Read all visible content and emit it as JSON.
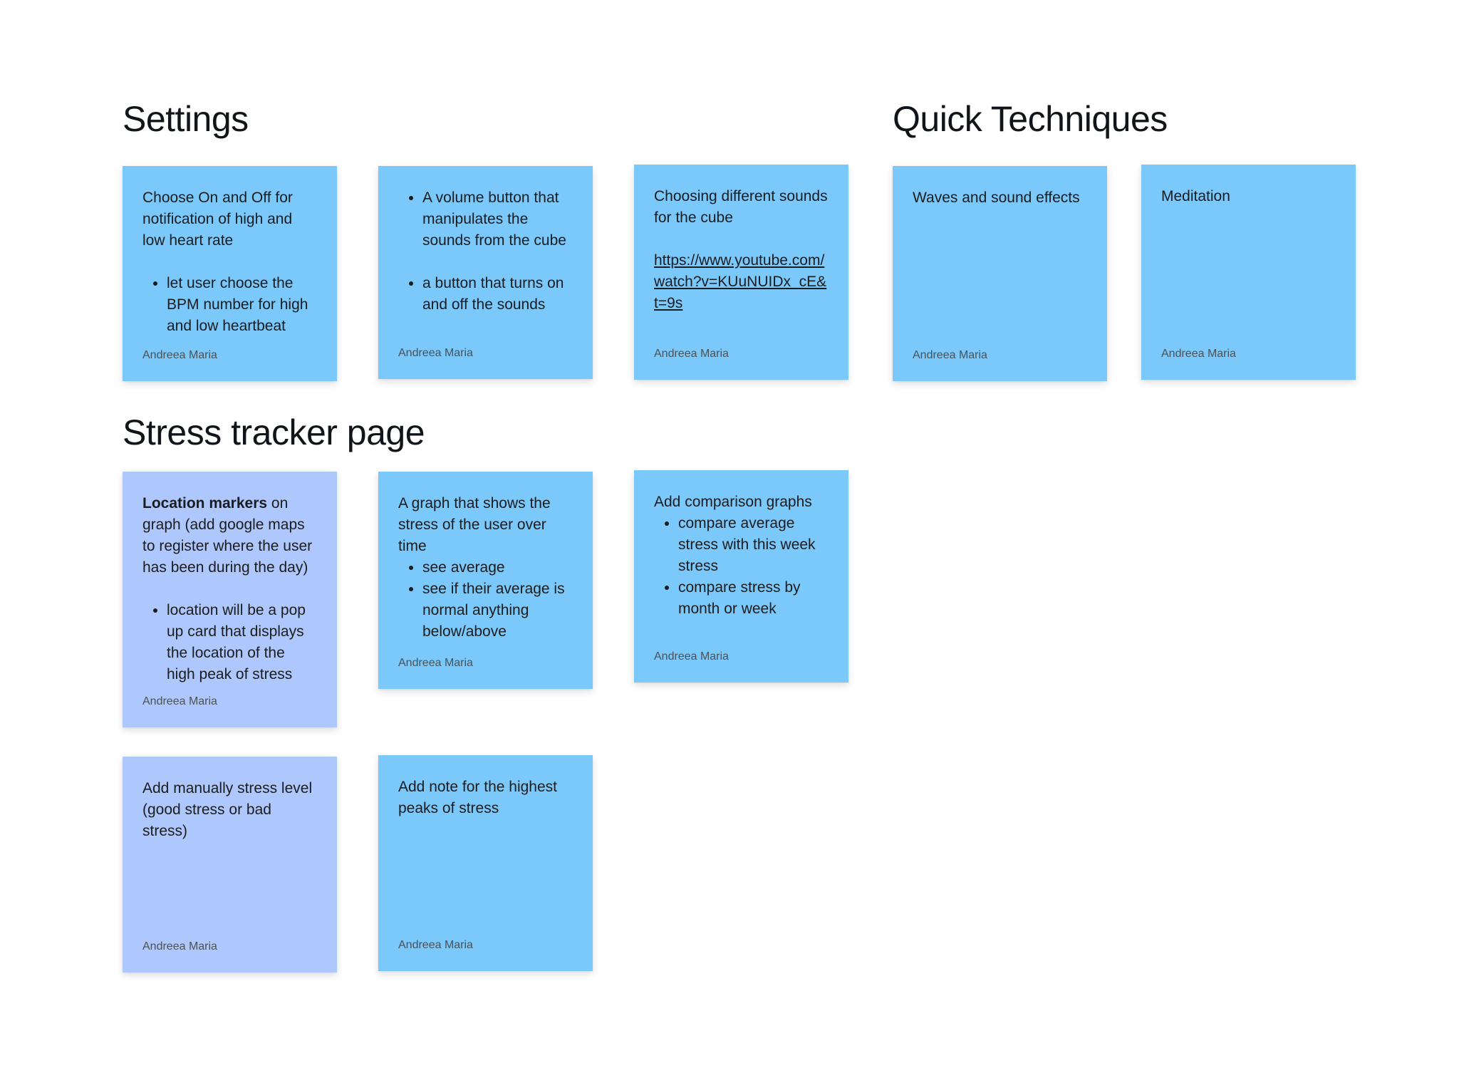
{
  "board": {
    "background": "#FFFFFF",
    "colors": {
      "sticky_sky": "#7BC8FA",
      "sticky_lavender": "#AEC8FD",
      "text": "#1A1C1F",
      "author_text": "#4A5258",
      "heading": "#111418"
    }
  },
  "sections": [
    {
      "id": "settings",
      "title": "Settings"
    },
    {
      "id": "quick",
      "title": "Quick Techniques"
    },
    {
      "id": "stress_tracker",
      "title": "Stress tracker page"
    }
  ],
  "author": "Andreea Maria",
  "cards": {
    "notification": {
      "color": "sticky_sky",
      "paragraph": "Choose On and Off for notification of high and low heart rate",
      "bullets": [
        "let user choose the BPM number for high and low heartbeat"
      ],
      "author": "Andreea Maria"
    },
    "volume": {
      "color": "sticky_sky",
      "bullets": [
        "A volume button that manipulates the sounds from the cube",
        "a button that turns on and off the sounds"
      ],
      "author": "Andreea Maria"
    },
    "sounds": {
      "color": "sticky_sky",
      "paragraph": "Choosing different sounds for the cube",
      "link": "https://www.youtube.com/watch?v=KUuNUIDx_cE&t=9s",
      "author": "Andreea Maria"
    },
    "waves": {
      "color": "sticky_sky",
      "paragraph": "Waves and sound effects",
      "author": "Andreea Maria"
    },
    "meditation": {
      "color": "sticky_sky",
      "paragraph": "Meditation",
      "author": "Andreea Maria"
    },
    "location": {
      "color": "sticky_lavender",
      "paragraph_bold": "Location markers",
      "paragraph_rest": " on graph (add google maps to register where the user has been during the day)",
      "bullets": [
        "location will be a pop up card that displays the location of the high peak of stress"
      ],
      "author": "Andreea Maria"
    },
    "graph": {
      "color": "sticky_sky",
      "paragraph": "A graph that shows the stress of the user over time",
      "bullets": [
        "see average",
        "see if their average is normal anything below/above"
      ],
      "author": "Andreea Maria"
    },
    "comparison": {
      "color": "sticky_sky",
      "paragraph": "Add comparison graphs",
      "bullets": [
        "compare average stress with this week stress",
        "compare stress by month or week"
      ],
      "author": "Andreea Maria"
    },
    "manual": {
      "color": "sticky_lavender",
      "paragraph": "Add manually stress level (good stress or bad stress)",
      "author": "Andreea Maria"
    },
    "note": {
      "color": "sticky_sky",
      "paragraph": "Add note for the highest peaks of stress",
      "author": "Andreea Maria"
    }
  }
}
